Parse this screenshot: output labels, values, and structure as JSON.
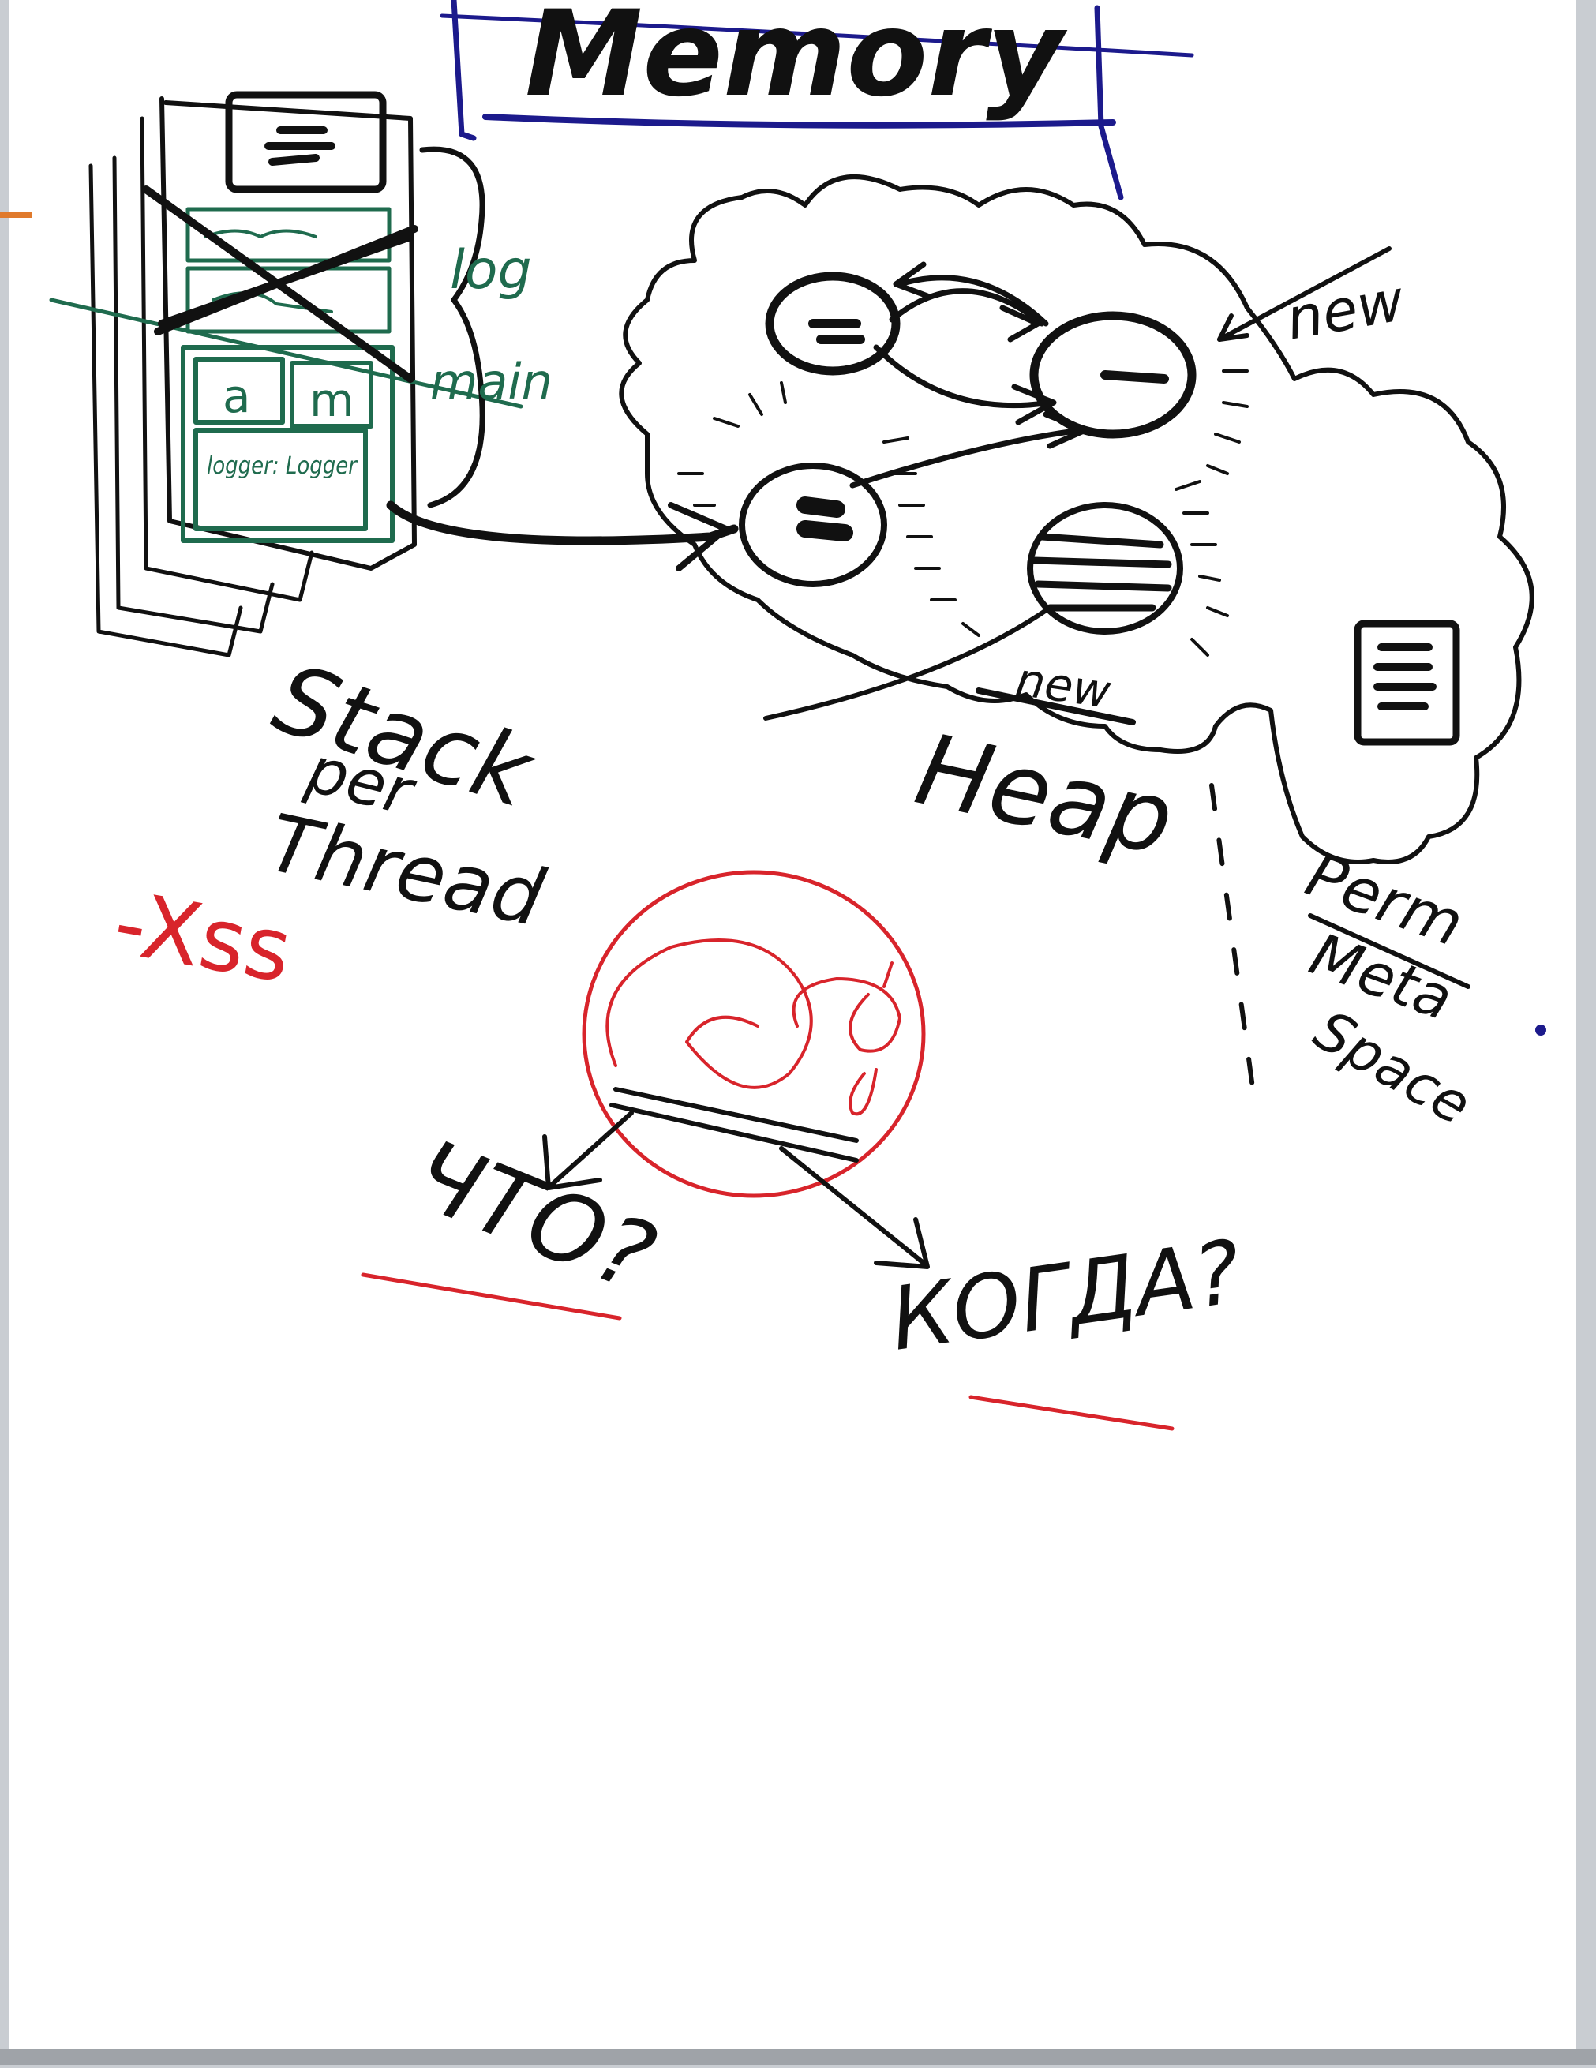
{
  "board": {
    "title": "Memory",
    "colors": {
      "black": "#111111",
      "blue": "#1c1a8c",
      "green": "#1f6b4e",
      "red": "#d8242b",
      "paper": "#ffffff"
    }
  },
  "stack": {
    "frames": [
      "a",
      "m",
      "logger: Logger"
    ],
    "brace_labels": [
      "log",
      "main"
    ],
    "caption_lines": [
      "Stack",
      "per",
      "Thread"
    ],
    "option": "-Xss"
  },
  "heap": {
    "caption": "Heap",
    "new_labels": [
      "new",
      "new"
    ]
  },
  "perm": {
    "caption_lines": [
      "Perm",
      "Meta",
      "Space"
    ]
  },
  "questions": {
    "what": "ЧТО?",
    "when": "КОГДА?"
  }
}
